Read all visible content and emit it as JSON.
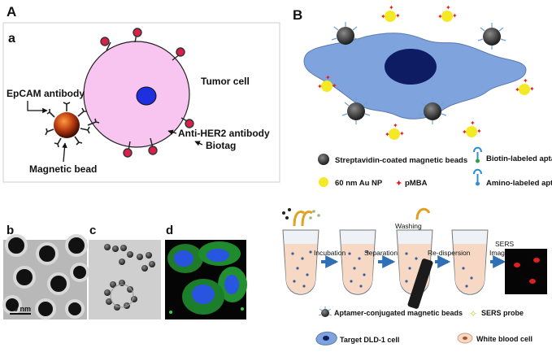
{
  "panelA": {
    "letter": "A",
    "sub_a": "a",
    "tumor_cell": "Tumor cell",
    "epcam": "EpCAM antibody",
    "anti_her2": "Anti-HER2 antibody",
    "biotag": "Biotag",
    "magnetic_bead": "Magnetic bead",
    "sub_b": "b",
    "sub_c": "c",
    "sub_d": "d",
    "scale": "50 nm"
  },
  "panelB": {
    "letter": "B",
    "legend": {
      "strep_beads": "Streptavidin-coated magnetic beads",
      "biotin_aptamer": "Biotin-labeled aptamer",
      "au_np": "60 nm Au NP",
      "pmba": "pMBA",
      "amino_aptamer": "Amino-labeled aptamer"
    },
    "workflow": {
      "incubation": "Incubation",
      "separation": "Separation",
      "washing": "Washing",
      "redispersion": "Re-dispersion",
      "sers": "SERS",
      "imaging": "Imaging"
    },
    "legend2": {
      "apt_beads": "Aptamer-conjugated magnetic beads",
      "sers_probe": "SERS probe",
      "target_cell": "Target DLD-1 cell",
      "wbc": "White blood cell"
    }
  },
  "colors": {
    "tumor_cell": "#f7c5ef",
    "nucleus_a": "#1e2fe0",
    "bead": "#b83a10",
    "biotag": "#d8204a",
    "cell_b": "#7fa3dc",
    "nucleus_b": "#0d1c63",
    "au_np": "#f3ea25",
    "arrow": "#2f6fb5"
  }
}
